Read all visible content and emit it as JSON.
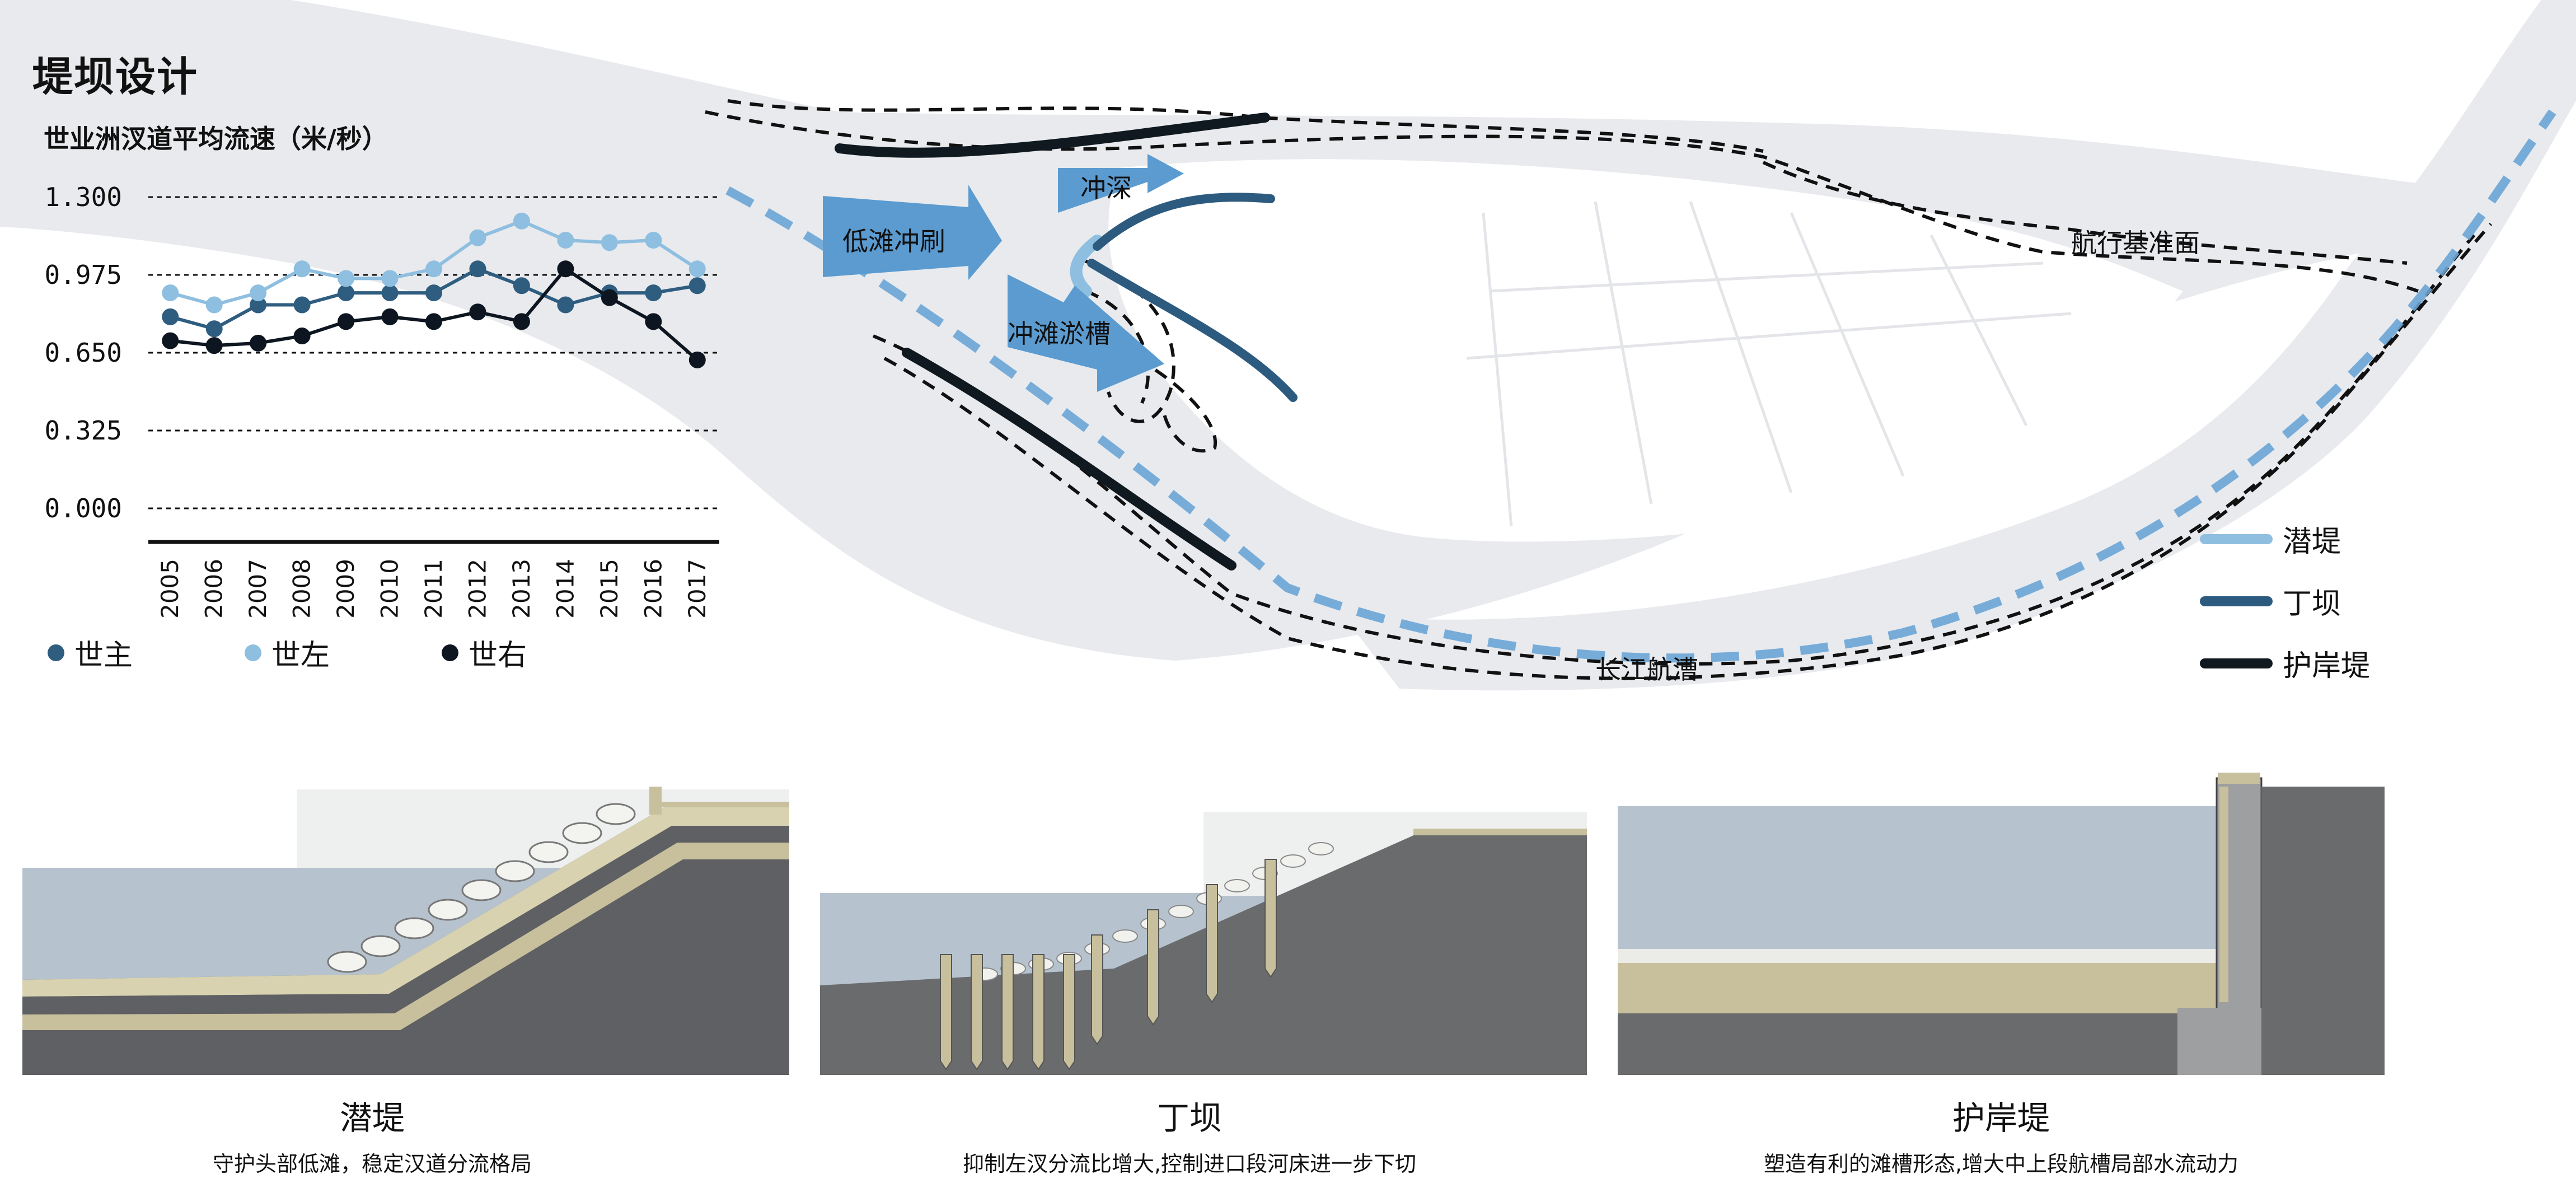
{
  "page": {
    "title": "堤坝设计"
  },
  "chart_data": {
    "type": "line",
    "title": "世业洲汊道平均流速（米/秒）",
    "x": [
      "2005",
      "2006",
      "2007",
      "2008",
      "2009",
      "2010",
      "2011",
      "2012",
      "2013",
      "2014",
      "2015",
      "2016",
      "2017"
    ],
    "yticks": [
      "1.300",
      "0.975",
      "0.650",
      "0.325",
      "0.000"
    ],
    "ylim": [
      0,
      1.3
    ],
    "grid": true,
    "legend_position": "bottom",
    "series": [
      {
        "name": "世主",
        "color": "#2f5d80",
        "values": [
          0.8,
          0.75,
          0.85,
          0.85,
          0.9,
          0.9,
          0.9,
          1.0,
          0.93,
          0.85,
          0.9,
          0.9,
          0.93
        ]
      },
      {
        "name": "世左",
        "color": "#8fbfe0",
        "values": [
          0.9,
          0.85,
          0.9,
          1.0,
          0.96,
          0.96,
          1.0,
          1.13,
          1.2,
          1.12,
          1.11,
          1.12,
          1.0
        ]
      },
      {
        "name": "世右",
        "color": "#0d1620",
        "values": [
          0.7,
          0.68,
          0.69,
          0.72,
          0.78,
          0.8,
          0.78,
          0.82,
          0.78,
          1.0,
          0.88,
          0.78,
          0.62
        ]
      }
    ]
  },
  "map": {
    "labels": {
      "channel_deep": "冲深",
      "shoal_scour": "低滩冲刷",
      "shoal_silt": "冲滩淤槽",
      "nav_datum": "航行基准面",
      "yangtze_channel": "长江航漕"
    },
    "legend": [
      {
        "label": "潜堤",
        "color": "#6aa5d6"
      },
      {
        "label": "丁坝",
        "color": "#2d5b80"
      },
      {
        "label": "护岸堤",
        "color": "#101820"
      }
    ]
  },
  "sections": [
    {
      "title": "潜堤",
      "desc": "守护头部低滩，稳定汉道分流格局"
    },
    {
      "title": "丁坝",
      "desc": "抑制左汊分流比增大,控制进口段河床进一步下切"
    },
    {
      "title": "护岸堤",
      "desc": "塑造有利的滩槽形态,增大中上段航槽局部水流动力"
    }
  ],
  "colors": {
    "river": "#e7e9ec",
    "water": "#a9b8c6",
    "soil": "#6a6b6d",
    "sand": "#c8c09c",
    "arrow": "#5b9bd0"
  }
}
